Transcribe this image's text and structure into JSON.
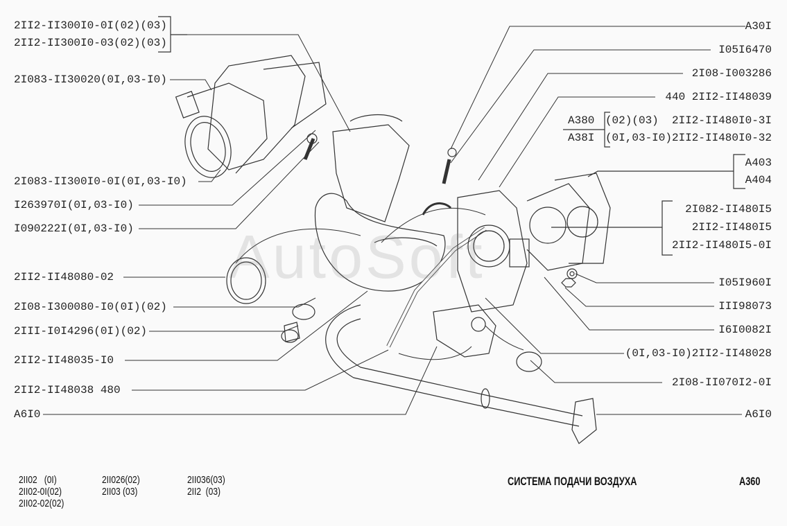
{
  "watermark": "AutoSoft",
  "left_labels": [
    "2II2-II300I0-0I(02)(03)",
    "2II2-II300I0-03(02)(03)",
    "2I083-II30020(0I,03-I0)",
    "2I083-II300I0-0I(0I,03-I0)",
    "I263970I(0I,03-I0)",
    "I090222I(0I,03-I0)",
    "2II2-II48080-02",
    "2I08-I300080-I0(0I)(02)",
    "2III-I0I4296(0I)(02)",
    "2II2-II48035-I0",
    "2II2-II48038 480",
    "A6I0"
  ],
  "right_labels": {
    "a301": "A30I",
    "p105": "I05I6470",
    "p2108": "2I08-I003286",
    "p440": "440 2II2-II48039",
    "a380": "A380",
    "a381": "A38I",
    "a380_part": "(02)(03)  2II2-II480I0-3I",
    "a381_part": "(0I,03-I0)2II2-II480I0-32",
    "a403": "A403",
    "a404": "A404",
    "g1": "2I082-II480I5",
    "g2": "2II2-II480I5",
    "g3": "2II2-II480I5-0I",
    "p1051": "I05I960I",
    "p111": "III98073",
    "p161": "I6I0082I",
    "p148028": "(0I,03-I0)2II2-II48028",
    "p2108b": "2I08-II070I2-0I",
    "a610": "A6I0"
  },
  "footer": {
    "models": [
      [
        "2II02   (0I)",
        "2II026(02)",
        "2II036(03)"
      ],
      [
        "2II02-0I(02)",
        "2II03 (03)",
        "2II2  (03)"
      ],
      [
        "2II02-02(02)",
        "",
        ""
      ]
    ],
    "title": "СИСТЕМА ПОДАЧИ ВОЗДУХА",
    "code": "A360"
  }
}
